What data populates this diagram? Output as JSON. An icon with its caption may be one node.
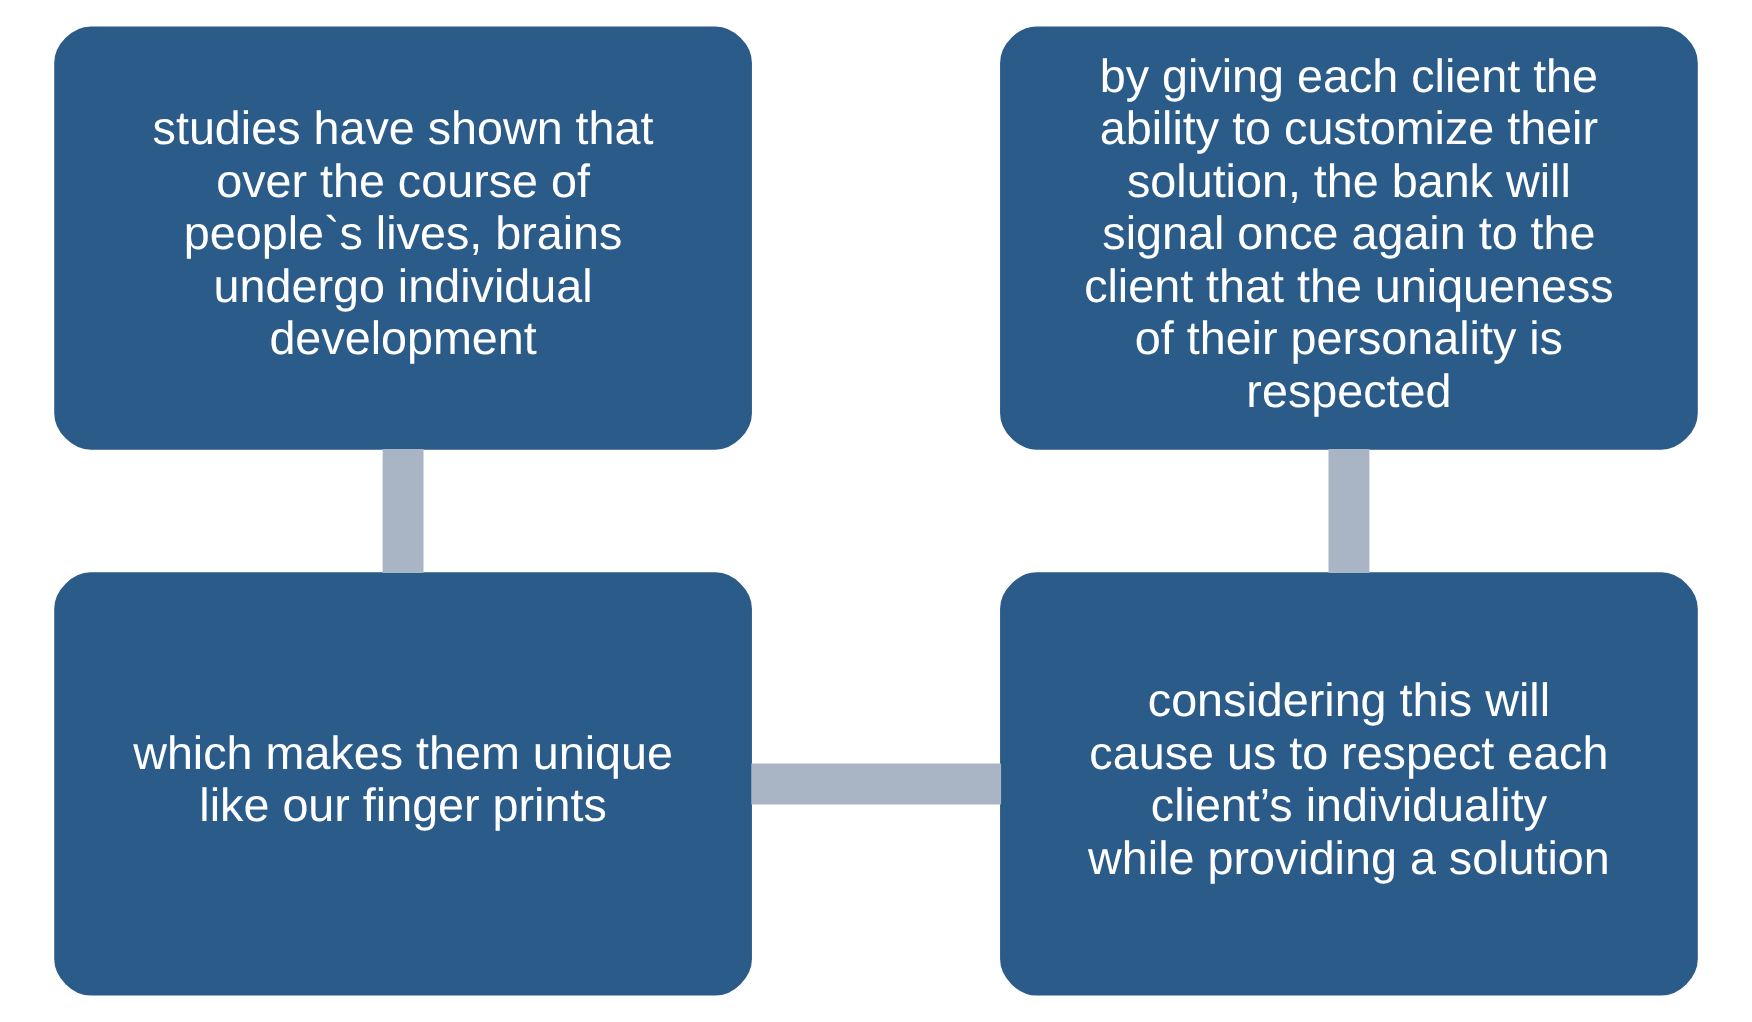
{
  "diagram": {
    "nodes": [
      {
        "text": [
          "studies have shown that over the course of people`s lives, brains undergo individual development"
        ]
      },
      {
        "text": [
          "which makes them unique like our finger prints"
        ]
      },
      {
        "text": [
          "considering this will cause us to respect each client’s individuality while providing a solution"
        ]
      },
      {
        "text": [
          "by giving each client the ability to customize their solution, the bank will signal once again to the client that the uniqueness of their personality is respected"
        ]
      }
    ],
    "edges": [
      {
        "from": 0,
        "to": 1,
        "arrow": "none"
      },
      {
        "from": 1,
        "to": 2,
        "arrow": "none"
      },
      {
        "from": 2,
        "to": 3,
        "arrow": "none"
      }
    ]
  }
}
